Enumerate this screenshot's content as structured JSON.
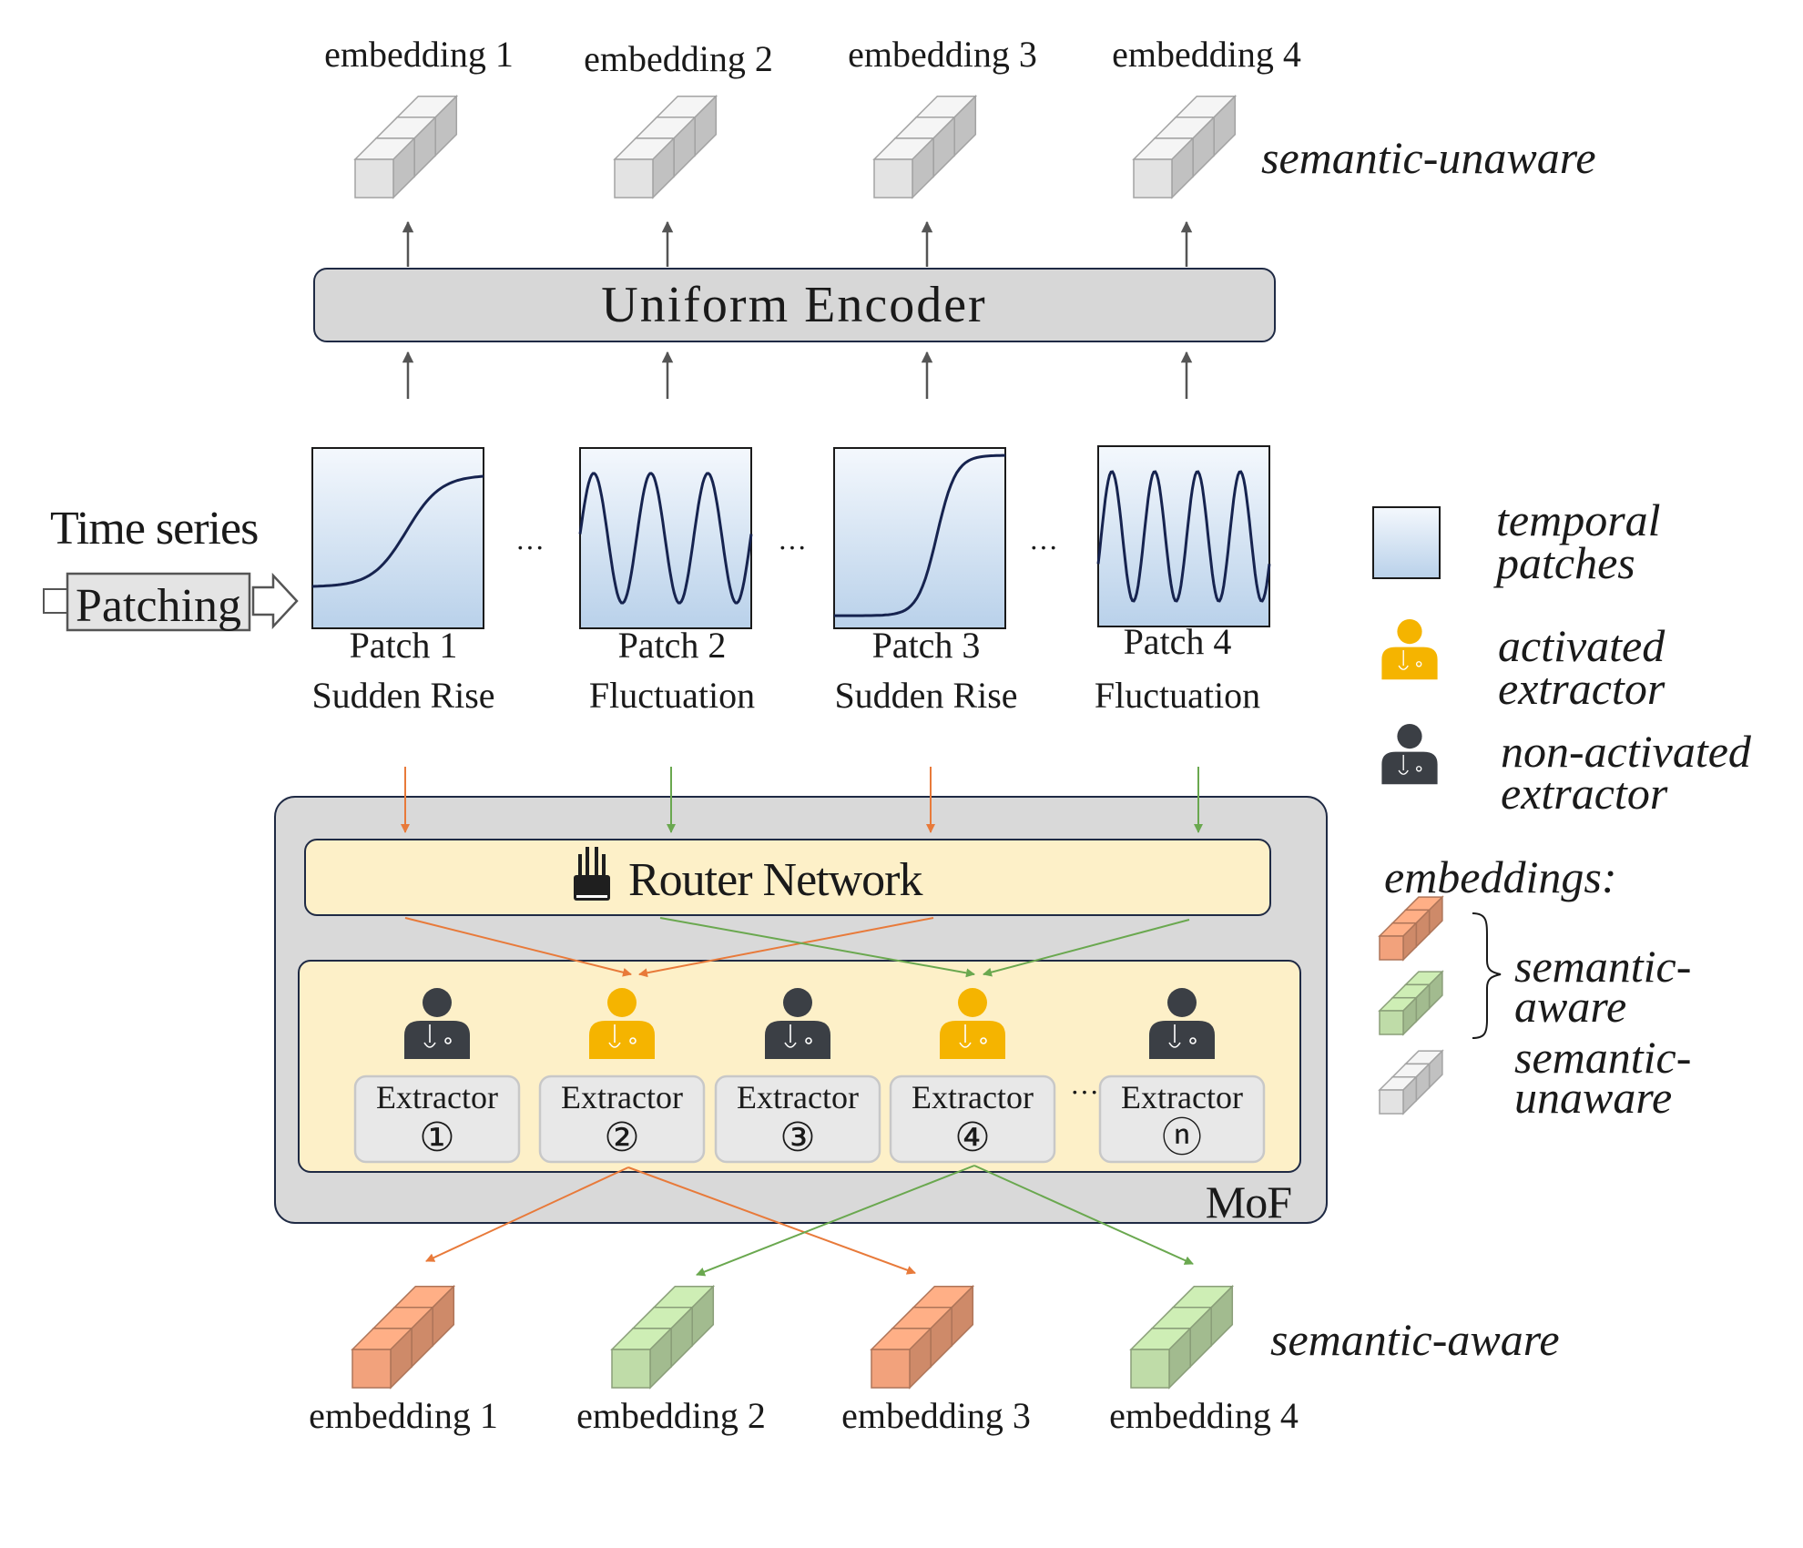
{
  "top_embeddings": {
    "labels": [
      "embedding 1",
      "embedding 2",
      "embedding 3",
      "embedding 4"
    ],
    "tag": "semantic-unaware",
    "color": "#e3e3e3"
  },
  "encoder": {
    "label": "Uniform Encoder"
  },
  "input": {
    "time_series_label": "Time series",
    "patching_label": "Patching",
    "ellipsis": "···"
  },
  "patches": [
    {
      "title": "Patch 1",
      "pattern": "Sudden Rise",
      "shape": "rise"
    },
    {
      "title": "Patch 2",
      "pattern": "Fluctuation",
      "shape": "fluctuation"
    },
    {
      "title": "Patch 3",
      "pattern": "Sudden Rise",
      "shape": "rise"
    },
    {
      "title": "Patch 4",
      "pattern": "Fluctuation",
      "shape": "fluctuation"
    }
  ],
  "mof": {
    "label": "MoF",
    "router_label": "Router Network",
    "router_icon": "router-icon",
    "ellipsis": "···",
    "extractors": [
      {
        "label": "Extractor",
        "number": "①",
        "active": false
      },
      {
        "label": "Extractor",
        "number": "②",
        "active": true
      },
      {
        "label": "Extractor",
        "number": "③",
        "active": false
      },
      {
        "label": "Extractor",
        "number": "④",
        "active": true
      },
      {
        "label": "Extractor",
        "number": "ⓝ",
        "active": false
      }
    ]
  },
  "bottom_embeddings": {
    "labels": [
      "embedding 1",
      "embedding 2",
      "embedding 3",
      "embedding 4"
    ],
    "colors": [
      "orange",
      "green",
      "orange",
      "green"
    ],
    "tag": "semantic-aware"
  },
  "legend": {
    "temporal_patches": [
      "temporal",
      "patches"
    ],
    "activated_extractor": [
      "activated",
      "extractor"
    ],
    "non_activated_extractor": [
      "non-activated",
      "extractor"
    ],
    "embeddings_title": "embeddings:",
    "semantic_aware": [
      "semantic-",
      "aware"
    ],
    "semantic_unaware": [
      "semantic-",
      "unaware"
    ]
  },
  "colors": {
    "orange_arrow": "#e87a3a",
    "green_arrow": "#6aa84f",
    "active_icon": "#f5b400",
    "inactive_icon": "#3b3f45",
    "orange_cube": "#f2a27c",
    "green_cube": "#bfdca8",
    "gray_cube": "#e3e3e3",
    "mof_bg": "#d9d9d9",
    "panel_bg": "#fdf0c8",
    "patch_curve": "#16234f"
  }
}
